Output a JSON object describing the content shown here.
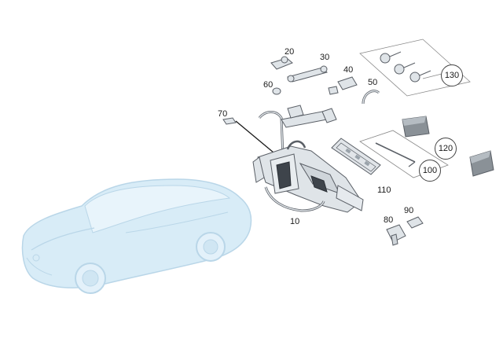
{
  "diagram": {
    "callouts": {
      "p10": "10",
      "p20": "20",
      "p30": "30",
      "p40": "40",
      "p50": "50",
      "p60": "60",
      "p70": "70",
      "p80": "80",
      "p90": "90",
      "p100": "100",
      "p110": "110",
      "p120": "120",
      "p130": "130"
    },
    "colors": {
      "part_fill": "#dfe4e8",
      "part_stroke": "#5a5f66",
      "car_fill": "#d8ecf7",
      "car_stroke": "#b9d6e8",
      "label_text": "#1a1a1a",
      "panel_stroke": "#888888"
    }
  }
}
